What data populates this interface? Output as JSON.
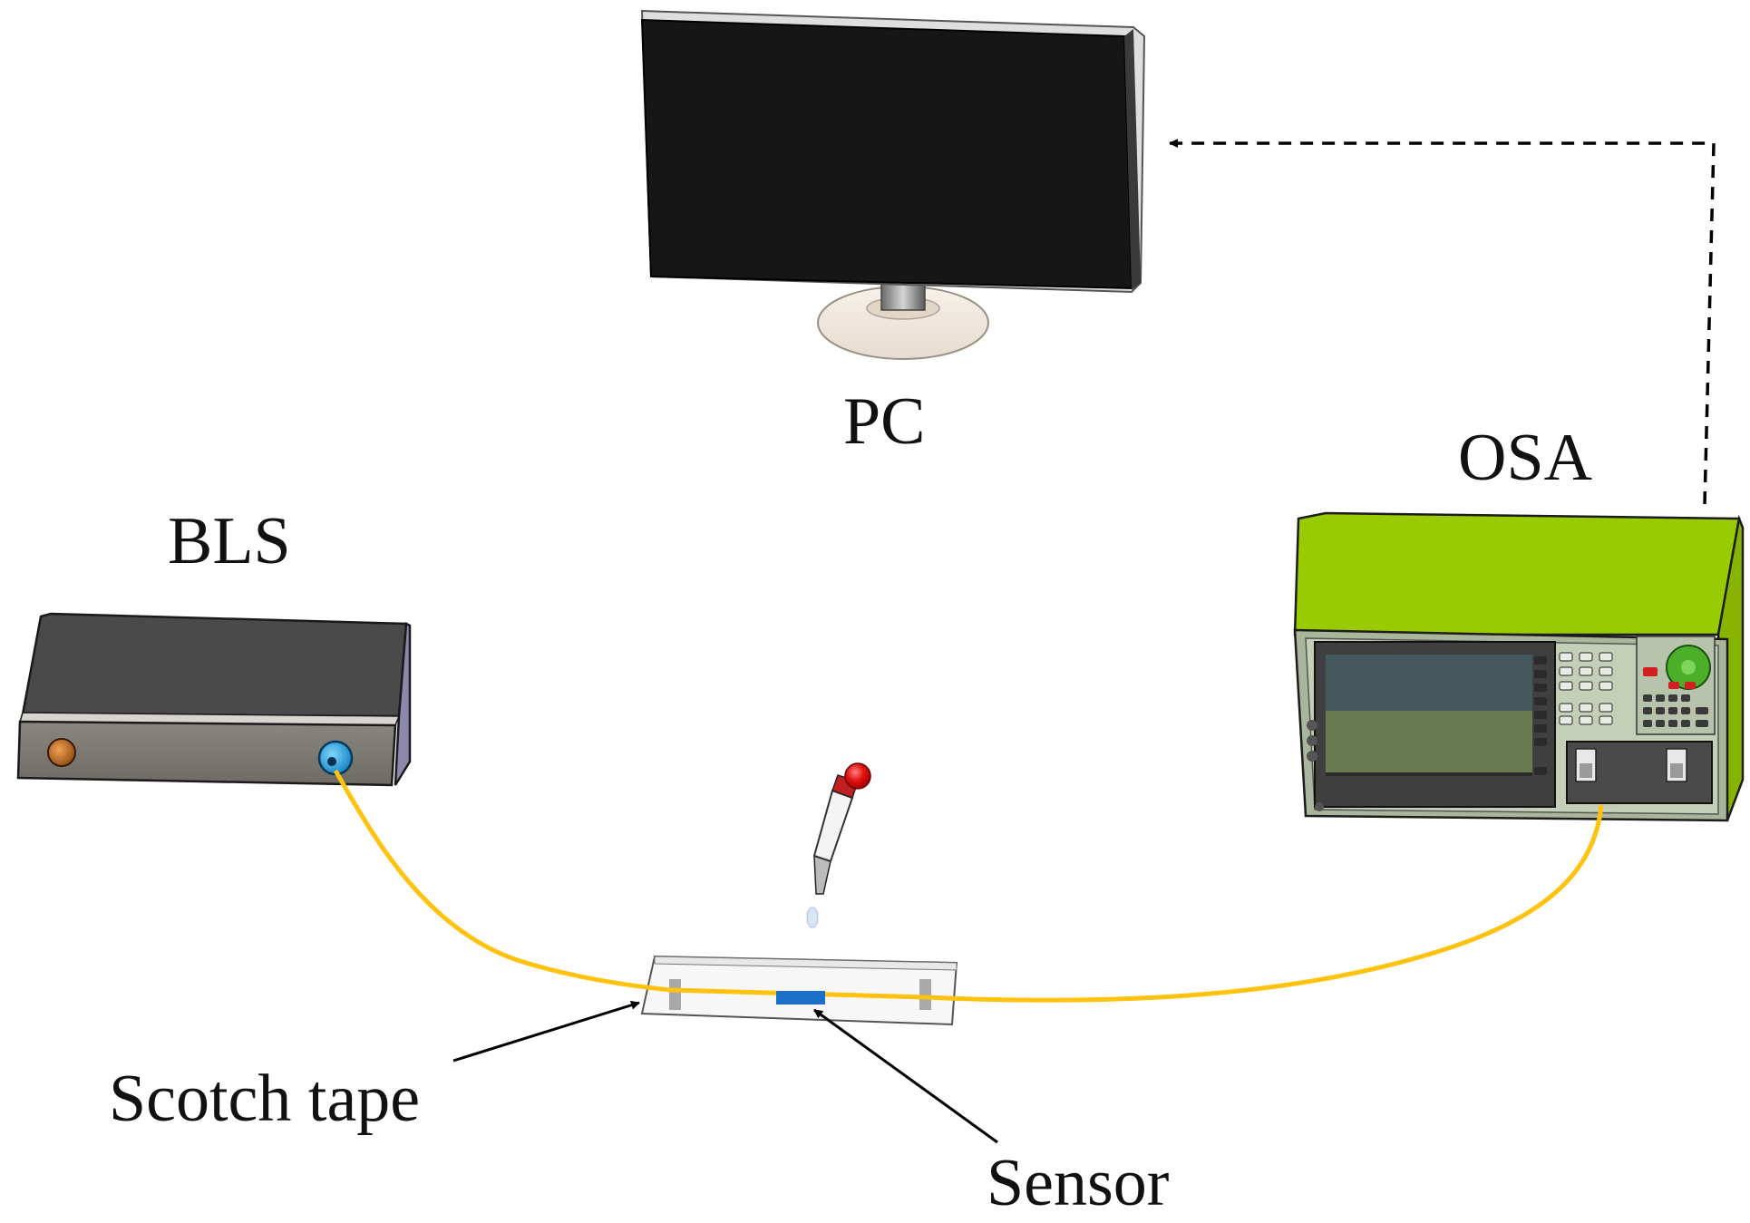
{
  "labels": {
    "pc": "PC",
    "osa": "OSA",
    "bls": "BLS",
    "scotch_tape": "Scotch tape",
    "sensor": "Sensor"
  },
  "colors": {
    "fiber": "#ffc20e",
    "osa_body": "#99cc00",
    "sensor_strip": "#1b6fc6",
    "pipette_bulb": "#e01010",
    "monitor_screen": "#161616",
    "bls_body": "#4a4a4a",
    "connector_blue": "#1e9fe0",
    "connector_orange": "#c56a1a"
  },
  "icons": {
    "pc": "monitor-icon",
    "osa": "spectrum-analyzer-icon",
    "bls": "broadband-light-source-icon",
    "dropper": "pipette-icon"
  }
}
